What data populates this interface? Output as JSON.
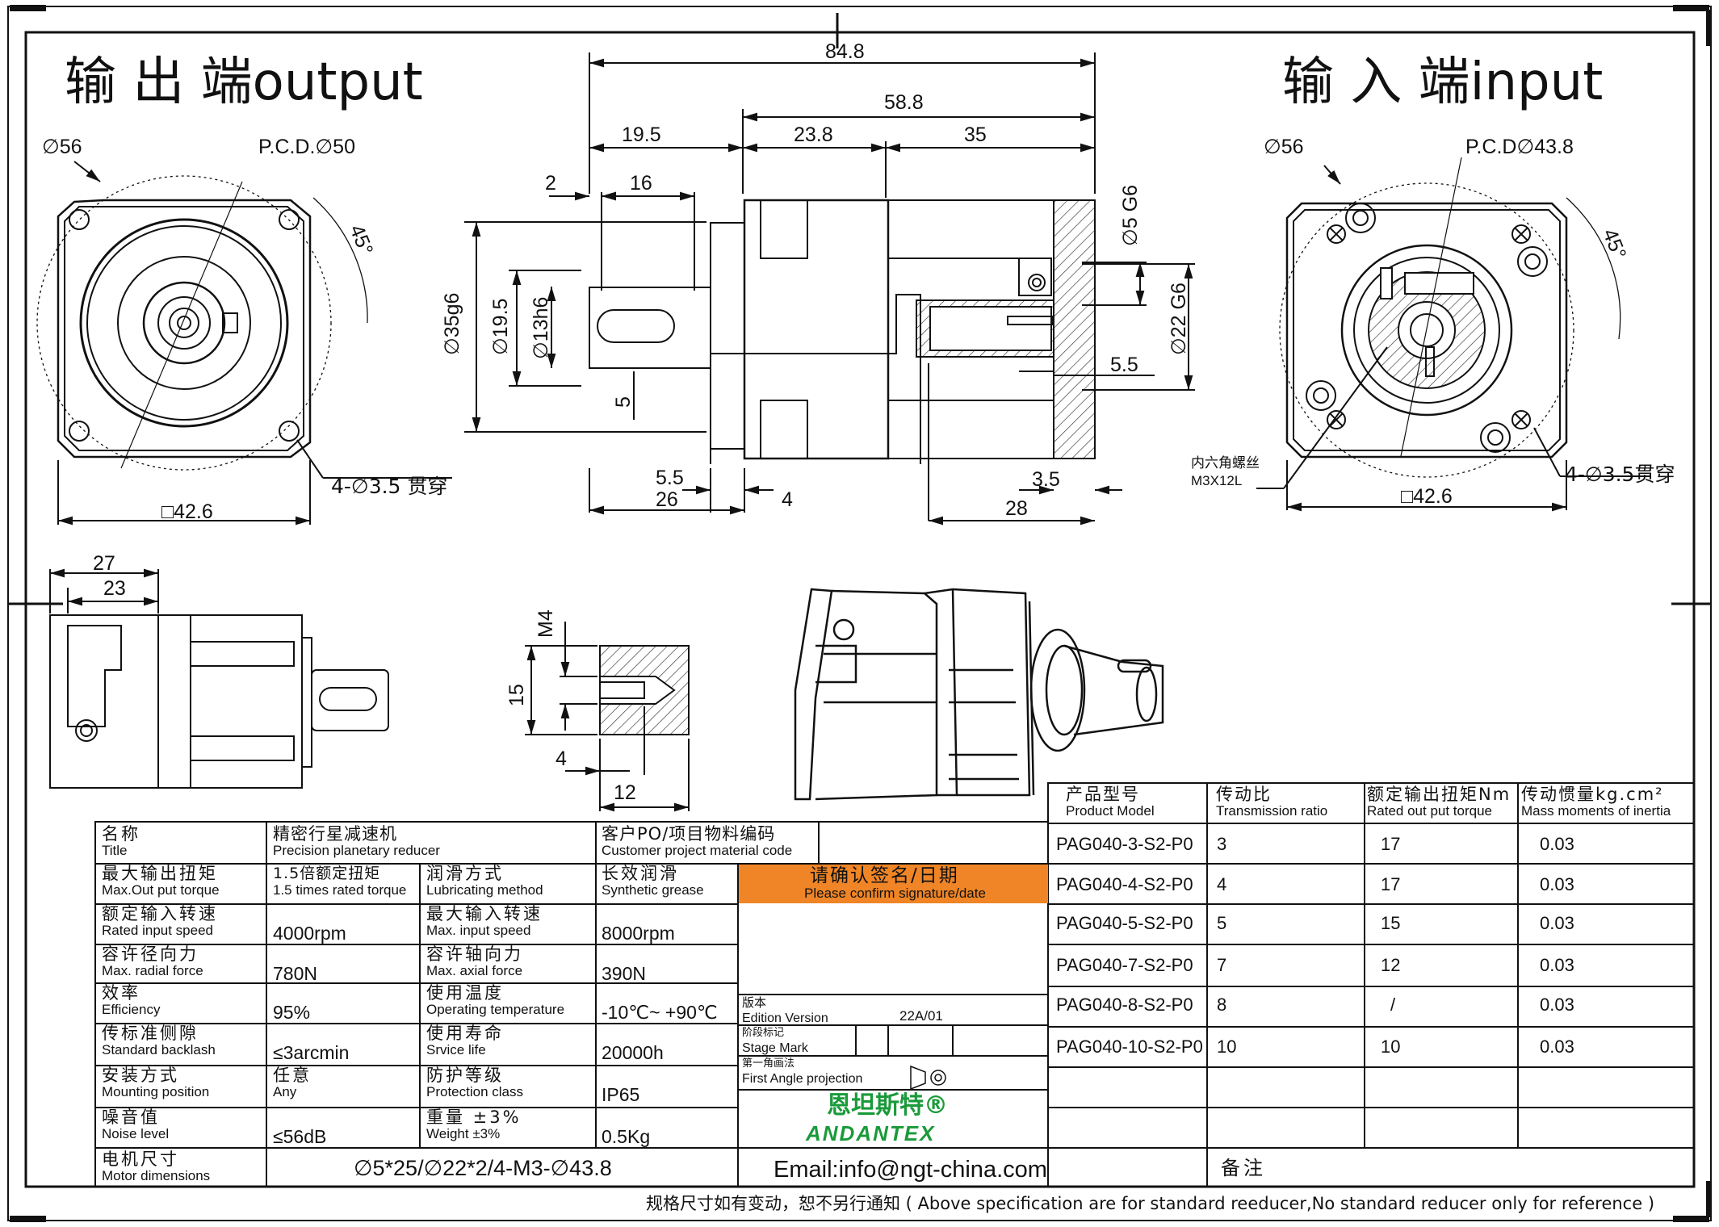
{
  "headings": {
    "output": "输 出 端output",
    "input": "输 入 端input"
  },
  "dims": {
    "d56_left": "∅56",
    "pcd50": "P.C.D.∅50",
    "angle_left": "45°",
    "holes_left": "4-∅3.5 贯穿",
    "sq_left": "□42.6",
    "total": "84.8",
    "body": "58.8",
    "flange": "19.5",
    "mid": "23.8",
    "rear": "35",
    "two": "2",
    "sixteen": "16",
    "d35": "∅35g6",
    "d195": "∅19.5",
    "d13": "∅13h6",
    "key5": "5",
    "five5": "5.5",
    "twentysix": "26",
    "four": "4",
    "d5": "∅5 G6",
    "d22": "∅22 G6",
    "five5b": "5.5",
    "three5": "3.5",
    "twentyeight": "28",
    "d56_right": "∅56",
    "pcd438": "P.C.D∅43.8",
    "angle_right": "45°",
    "holes_right": "4-∅3.5贯穿",
    "sq_right": "□42.6",
    "screw_cn": "内六角螺丝",
    "screw_en": "M3X12L",
    "side27": "27",
    "side23": "23",
    "m4": "M4",
    "fifteen": "15",
    "four_b": "4",
    "twelve": "12"
  },
  "spec": {
    "title_cn": "名称",
    "title_en": "Title",
    "title_val_cn": "精密行星减速机",
    "title_val_en": "Precision planetary reducer",
    "cust_cn": "客户PO/项目物料编码",
    "cust_en": "Customer project material code",
    "rows": [
      {
        "a_cn": "最大输出扭矩",
        "a_en": "Max.Out put torque",
        "a_v_cn": "1.5倍额定扭矩",
        "a_v_en": "1.5 times rated torque",
        "b_cn": "润滑方式",
        "b_en": "Lubricating method",
        "b_v_cn": "长效润滑",
        "b_v_en": "Synthetic grease"
      },
      {
        "a_cn": "额定输入转速",
        "a_en": "Rated input speed",
        "a_v": "4000rpm",
        "b_cn": "最大输入转速",
        "b_en": "Max. input speed",
        "b_v": "8000rpm"
      },
      {
        "a_cn": "容许径向力",
        "a_en": "Max. radial force",
        "a_v": "780N",
        "b_cn": "容许轴向力",
        "b_en": "Max. axial force",
        "b_v": "390N"
      },
      {
        "a_cn": "效率",
        "a_en": "Efficiency",
        "a_v": "95%",
        "b_cn": "使用温度",
        "b_en": "Operating temperature",
        "b_v": "-10℃~ +90℃"
      },
      {
        "a_cn": "传标准侧隙",
        "a_en": "Standard backlash",
        "a_v": "≤3arcmin",
        "b_cn": "使用寿命",
        "b_en": "Srvice life",
        "b_v": "20000h"
      },
      {
        "a_cn": "安装方式",
        "a_en": "Mounting position",
        "a_v": "任意",
        "a_v2": "Any",
        "b_cn": "防护等级",
        "b_en": "Protection class",
        "b_v": "IP65"
      },
      {
        "a_cn": "噪音值",
        "a_en": "Noise level",
        "a_v": "≤56dB",
        "b_cn": "重量 ±3%",
        "b_en": "Weight ±3%",
        "b_v": "0.5Kg"
      }
    ],
    "motor_cn": "电机尺寸",
    "motor_en": "Motor dimensions",
    "motor_val": "∅5*25/∅22*2/4-M3-∅43.8",
    "confirm_cn": "请确认签名/日期",
    "confirm_en": "Please confirm signature/date",
    "edition_cn": "版本",
    "edition_en": "Edition Version",
    "edition_val": "22A/01",
    "stage_cn": "阶段标记",
    "stage_en": "Stage Mark",
    "proj_cn": "第一角画法",
    "proj_en": "First Angle projection",
    "brand_cn": "恩坦斯特®",
    "brand_en": "ANDANTEX",
    "email": "Email:info@ngt-china.com",
    "remark": "备注",
    "footer": "规格尺寸如有变动，恕不另行通知 ( Above specification are for standard reeducer,No standard reducer only for reference )"
  },
  "models": {
    "headers": [
      {
        "cn": "产品型号",
        "en": "Product Model"
      },
      {
        "cn": "传动比",
        "en": "Transmission ratio"
      },
      {
        "cn": "额定输出扭矩Nm",
        "en": "Rated out put torque"
      },
      {
        "cn": "传动惯量kg.cm²",
        "en": "Mass moments of inertia"
      }
    ],
    "rows": [
      [
        "PAG040-3-S2-P0",
        "3",
        "17",
        "0.03"
      ],
      [
        "PAG040-4-S2-P0",
        "4",
        "17",
        "0.03"
      ],
      [
        "PAG040-5-S2-P0",
        "5",
        "15",
        "0.03"
      ],
      [
        "PAG040-7-S2-P0",
        "7",
        "12",
        "0.03"
      ],
      [
        "PAG040-8-S2-P0",
        "8",
        "/",
        "0.03"
      ],
      [
        "PAG040-10-S2-P0",
        "10",
        "10",
        "0.03"
      ]
    ]
  },
  "colors": {
    "accent": "#ef8526",
    "brand": "#1a9a3a",
    "line": "#111111"
  }
}
